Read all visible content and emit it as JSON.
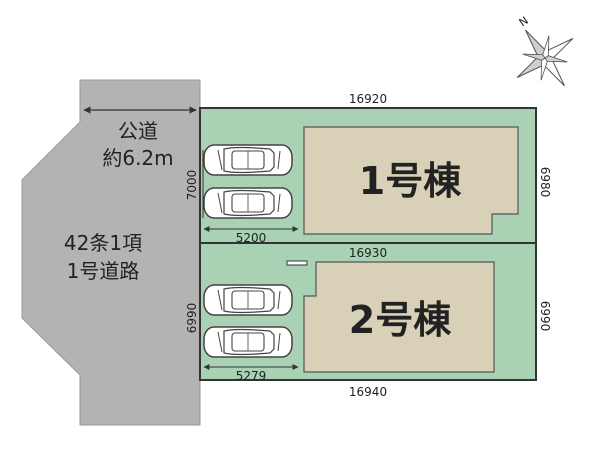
{
  "compass": {
    "north_label": "N",
    "icon": "compass-rose-icon"
  },
  "road": {
    "line1": "公道",
    "line2": "約6.2m",
    "line3": "42条1項",
    "line4": "1号道路"
  },
  "dimensions": {
    "top_width": "16920",
    "lot1_left_depth": "7000",
    "lot1_right_depth": "6980",
    "lot1_parking_width": "5200",
    "middle_width": "16930",
    "lot2_left_depth": "6990",
    "lot2_right_depth": "6990",
    "lot2_parking_width": "5279",
    "bottom_width": "16940"
  },
  "buildings": {
    "building1": "1号棟",
    "building2": "2号棟"
  },
  "colors": {
    "lot_fill": "#a9d1b4",
    "building_fill": "#d9d0b8",
    "road_fill": "#b3b3b3",
    "outline": "#333333"
  }
}
